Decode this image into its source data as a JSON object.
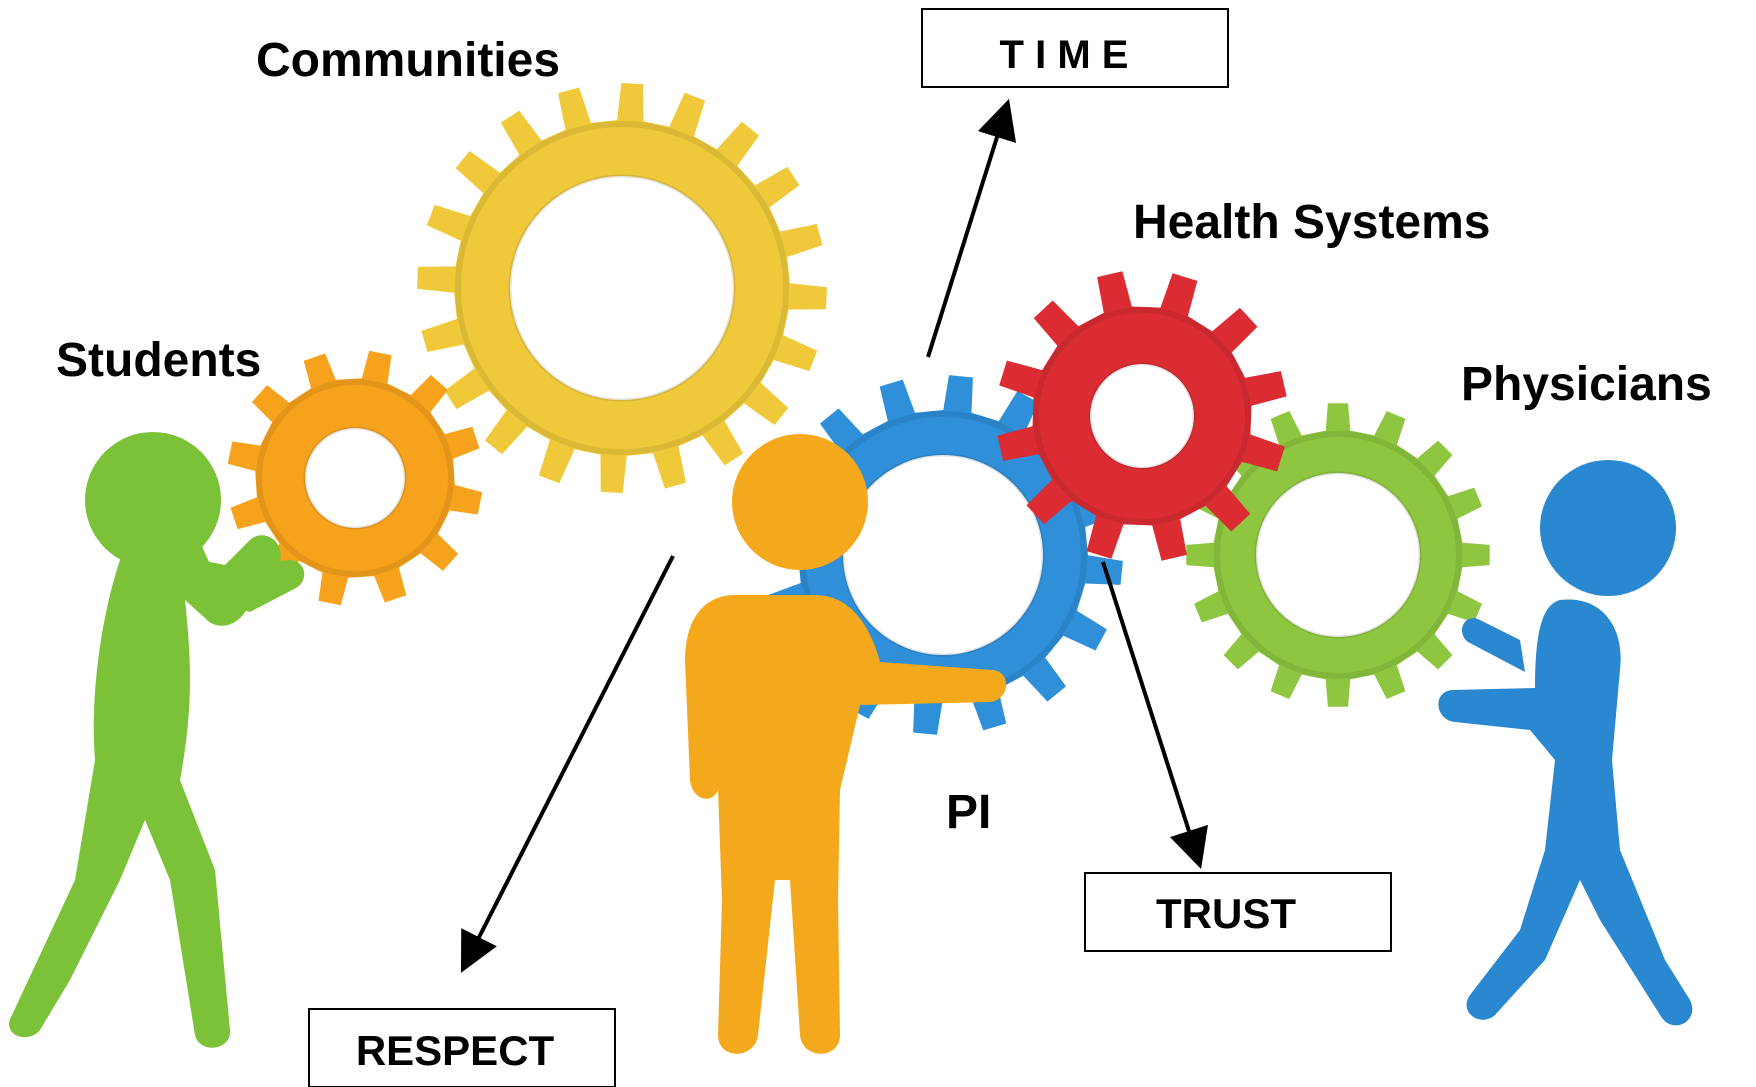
{
  "labels": {
    "communities": "Communities",
    "students": "Students",
    "health_systems": "Health Systems",
    "physicians": "Physicians",
    "pi": "PI"
  },
  "boxes": {
    "time": "T I M E",
    "trust": "TRUST",
    "respect": "RESPECT"
  },
  "colors": {
    "students_gear": "#f7a21d",
    "communities_gear": "#efc93a",
    "pi_gear": "#2f8fd8",
    "health_systems_gear": "#dc2c33",
    "physicians_gear": "#8ec640",
    "green_figure": "#7cc238",
    "orange_figure": "#f4a81c",
    "blue_figure": "#2a88d0",
    "arrow": "#000000"
  }
}
